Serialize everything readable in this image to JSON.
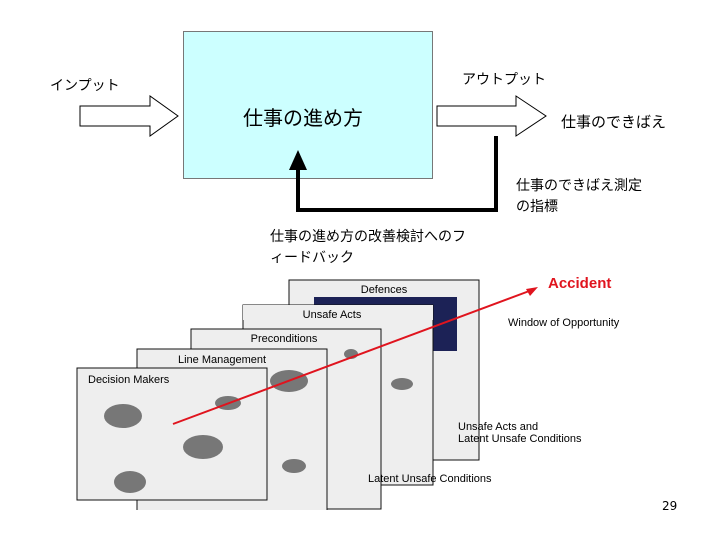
{
  "input_label": "インプット",
  "output_label": "アウトプット",
  "process_label": "仕事の進め方",
  "result_label": "仕事のできばえ",
  "measure_label_1": "仕事のできばえ測定",
  "measure_label_2": "の指標",
  "feedback_label_1": "仕事の進め方の改善検討へのフ",
  "feedback_label_2": "ィードバック",
  "swiss_cheese": {
    "layers": [
      "Defences",
      "Unsafe Acts",
      "Preconditions",
      "Line Management",
      "Decision Makers"
    ],
    "accident_label": "Accident",
    "window_label": "Window of Opportunity",
    "unsafe_acts_label_1": "Unsafe Acts and",
    "unsafe_acts_label_2": "Latent Unsafe Conditions",
    "latent_label": "Latent Unsafe Conditions",
    "accent_color": "#e0141e",
    "navy_color": "#1c2256"
  },
  "page_number": "29"
}
